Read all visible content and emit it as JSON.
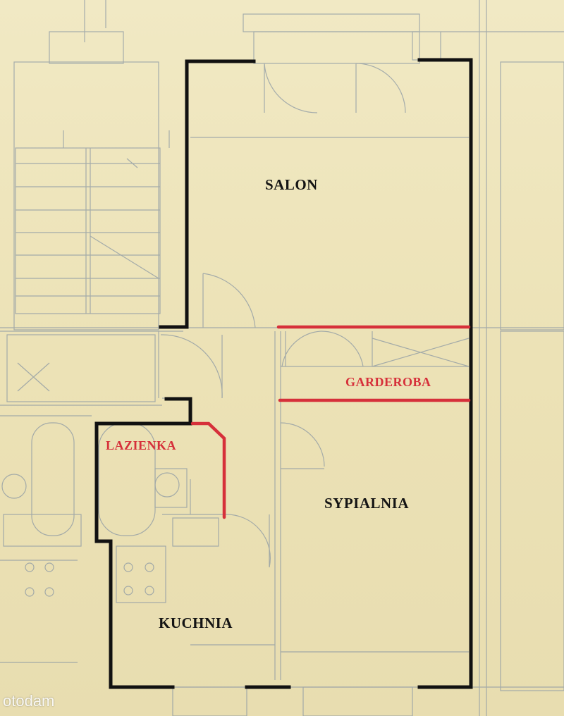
{
  "rooms": {
    "salon": "SALON",
    "garderoba": "GARDEROBA",
    "lazienka": "LAZIENKA",
    "sypialnia": "SYPIALNIA",
    "kuchnia": "KUCHNIA"
  },
  "watermark": "otodam",
  "colors": {
    "paper": "#efe6bf",
    "blueprint_line": "#8b98a4",
    "wall": "#111111",
    "highlight": "#d6303a"
  }
}
